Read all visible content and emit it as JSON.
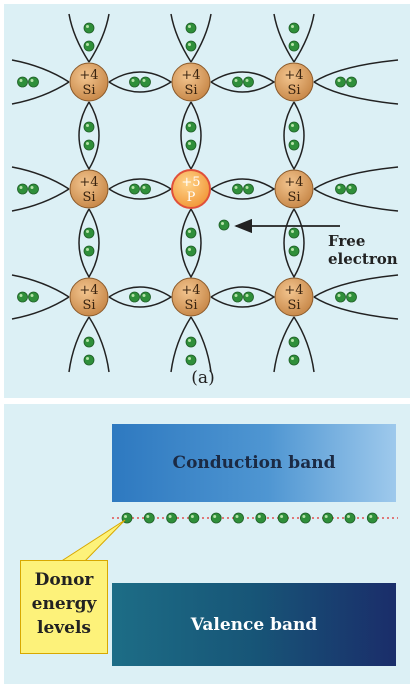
{
  "lattice": {
    "si_charge": "+4",
    "si_symbol": "Si",
    "dopant_charge": "+5",
    "dopant_symbol": "P",
    "free_electron_label_1": "Free",
    "free_electron_label_2": "electron",
    "caption": "(a)"
  },
  "band_diagram": {
    "conduction_label": "Conduction band",
    "valence_label": "Valence band",
    "donor_label_1": "Donor",
    "donor_label_2": "energy",
    "donor_label_3": "levels"
  },
  "colors": {
    "panel_bg": "#dcf0f5",
    "si_atom": "#c98a4b",
    "dopant_atom": "#f29a3c",
    "electron": "#2f8f3a",
    "conduction": "#3a82c6",
    "valence": "#174f72",
    "donor_box": "#fdf27a",
    "donor_line": "#e05050"
  }
}
